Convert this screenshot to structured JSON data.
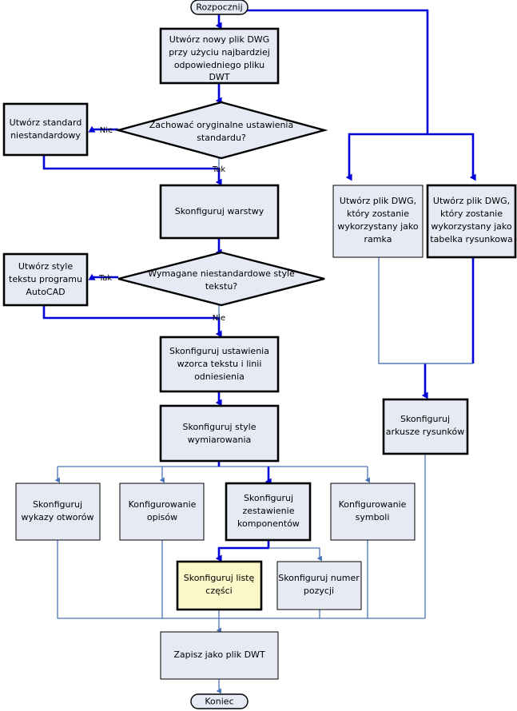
{
  "diagram": {
    "title": "AutoCAD DWT template setup workflow",
    "language": "pl",
    "colors": {
      "node_fill": "#e6eaf4",
      "highlight_fill": "#fcf7c8",
      "link_primary": "#0000d8",
      "link_secondary": "#4a74b8",
      "node_stroke": "#000000"
    }
  },
  "nodes": {
    "start": "Rozpocznij",
    "create_dwg": "Utwórz nowy plik DWG przy użyciu najbardziej odpowiedniego pliku DWT",
    "decision_standard": "Zachować oryginalne ustawienia standardu?",
    "custom_standard": "Utwórz standard niestandardowy",
    "configure_layers": "Skonfiguruj warstwy",
    "decision_text_styles": "Wymagane niestandardowe style tekstu?",
    "create_text_styles": "Utwórz style tekstu programu AutoCAD",
    "configure_text_leader": "Skonfiguruj ustawienia wzorca tekstu i linii odniesienia",
    "configure_dim_styles": "Skonfiguruj style wymiarowania",
    "dwg_border": "Utwórz plik DWG, który zostanie wykorzystany jako ramka",
    "dwg_titleblock": "Utwórz plik DWG, który zostanie wykorzystany jako tabelka rysunkowa",
    "configure_sheets": "Skonfiguruj arkusze rysunków",
    "hole_tables": "Skonfiguruj wykazy otworów",
    "annotations": "Konfigurowanie opisów",
    "bom": "Skonfiguruj zestawienie komponentów",
    "symbols": "Konfigurowanie symboli",
    "parts_list": "Skonfiguruj listę części",
    "balloon": "Skonfiguruj numer pozycji",
    "save_dwt": "Zapisz jako plik DWT",
    "end": "Koniec"
  },
  "node_lines": {
    "start": [
      "Rozpocznij"
    ],
    "create_dwg": [
      "Utwórz nowy plik DWG",
      "przy użyciu najbardziej",
      "odpowiedniego pliku",
      "DWT"
    ],
    "decision_standard": [
      "Zachować oryginalne ustawienia",
      "standardu?"
    ],
    "custom_standard": [
      "Utwórz standard",
      "niestandardowy"
    ],
    "configure_layers": [
      "Skonfiguruj warstwy"
    ],
    "decision_text_styles": [
      "Wymagane niestandardowe style",
      "tekstu?"
    ],
    "create_text_styles": [
      "Utwórz style",
      "tekstu programu",
      "AutoCAD"
    ],
    "configure_text_leader": [
      "Skonfiguruj ustawienia",
      "wzorca tekstu i linii",
      "odniesienia"
    ],
    "configure_dim_styles": [
      "Skonfiguruj style",
      "wymiarowania"
    ],
    "dwg_border": [
      "Utwórz plik DWG,",
      "który zostanie",
      "wykorzystany jako",
      "ramka"
    ],
    "dwg_titleblock": [
      "Utwórz plik DWG,",
      "który zostanie",
      "wykorzystany jako",
      "tabelka rysunkowa"
    ],
    "configure_sheets": [
      "Skonfiguruj",
      "arkusze rysunków"
    ],
    "hole_tables": [
      "Skonfiguruj",
      "wykazy otworów"
    ],
    "annotations": [
      "Konfigurowanie",
      "opisów"
    ],
    "bom": [
      "Skonfiguruj",
      "zestawienie",
      "komponentów"
    ],
    "symbols": [
      "Konfigurowanie",
      "symboli"
    ],
    "parts_list": [
      "Skonfiguruj listę",
      "części"
    ],
    "balloon": [
      "Skonfiguruj numer",
      "pozycji"
    ],
    "save_dwt": [
      "Zapisz jako plik DWT"
    ],
    "end": [
      "Koniec"
    ]
  },
  "edge_labels": {
    "standard_no": "Nie",
    "standard_yes": "Tak",
    "text_styles_yes": "Tak",
    "text_styles_no": "Nie"
  }
}
